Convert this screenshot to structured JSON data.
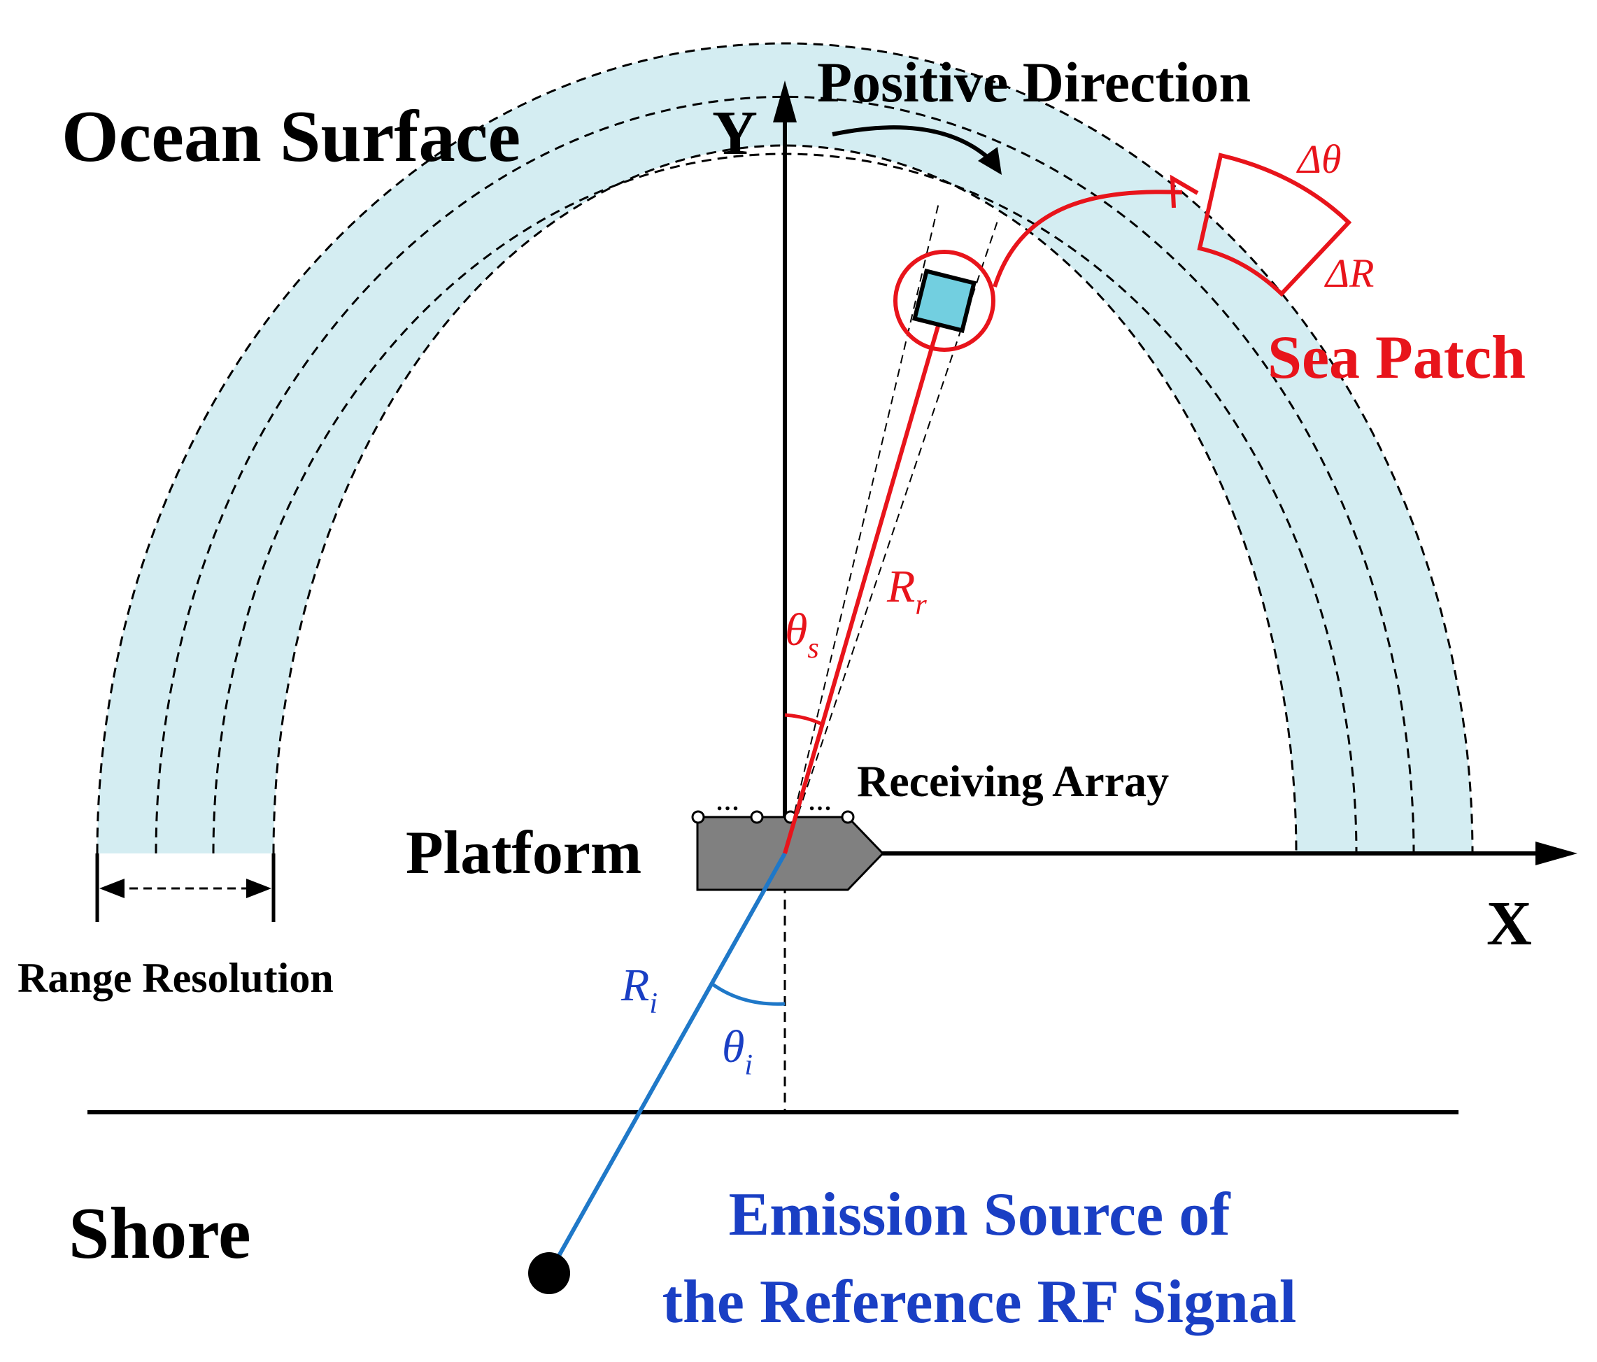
{
  "labels": {
    "ocean_surface": "Ocean Surface",
    "shore": "Shore",
    "positive_direction": "Positive Direction",
    "y_axis": "Y",
    "x_axis": "X",
    "sea_patch": "Sea Patch",
    "delta_theta": "Δθ",
    "delta_r": "ΔR",
    "receiving_array": "Receiving Array",
    "platform": "Platform",
    "range_resolution": "Range Resolution",
    "emission_line1": "Emission Source of",
    "emission_line2": "the Reference RF Signal",
    "ellipsis": "…"
  },
  "symbols": {
    "theta_s": {
      "base": "θ",
      "sub": "s"
    },
    "r_r": {
      "base": "R",
      "sub": "r"
    },
    "r_i": {
      "base": "R",
      "sub": "i"
    },
    "theta_i": {
      "base": "θ",
      "sub": "i"
    }
  },
  "colors": {
    "band_fill": "#d4edf2",
    "red": "#e8141b",
    "blue_label": "#1a3fc4",
    "blue_line": "#1f78c8",
    "patch_fill": "#72cfe0",
    "platform_fill": "#808080"
  }
}
